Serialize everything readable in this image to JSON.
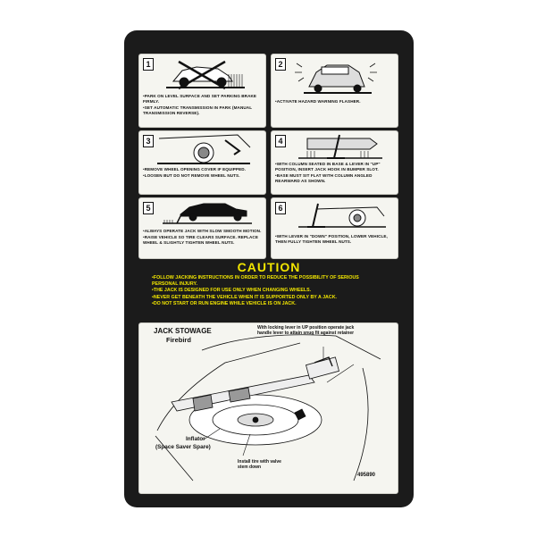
{
  "steps": [
    {
      "number": "1",
      "lines": [
        "Park on level surface and set parking brake firmly.",
        "Set automatic transmission in park (manual transmission reverse)."
      ]
    },
    {
      "number": "2",
      "lines": [
        "Activate hazard warning flasher."
      ]
    },
    {
      "number": "3",
      "lines": [
        "Remove wheel opening cover if equipped.",
        "Loosen but do not remove wheel nuts."
      ]
    },
    {
      "number": "4",
      "lines": [
        "With column seated in base & lever in \"up\" position, insert jack hook in bumper slot.",
        "Base must sit flat with column angled rearward as shown."
      ]
    },
    {
      "number": "5",
      "lines": [
        "Always operate jack with slow smooth motion.",
        "Raise vehicle so tire clears surface. Replace wheel & slightly tighten wheel nuts."
      ]
    },
    {
      "number": "6",
      "lines": [
        "With lever in \"down\" position, lower vehicle, then fully tighten wheel nuts."
      ]
    }
  ],
  "caution": {
    "title": "CAUTION",
    "lines": [
      "Follow jacking instructions in order to reduce the possibility of serious personal injury.",
      "The jack is designed for use only when changing wheels.",
      "Never get beneath the vehicle when it is supported only by a jack.",
      "Do not start or run engine while vehicle is on jack."
    ]
  },
  "stowage": {
    "title": "JACK STOWAGE",
    "subtitle": "Firebird",
    "note_lever": "With locking lever in UP position operate jack handle lever to attain snug fit against retainer",
    "note_inflator": "Inflator",
    "note_inflator_sub": "(Space Saver Spare)",
    "note_tire": "Install tire with valve stem down",
    "part_number": "495890"
  },
  "colors": {
    "decal": "#1b1b1b",
    "caution_text": "#f2e600",
    "panel": "#f5f5f0"
  }
}
